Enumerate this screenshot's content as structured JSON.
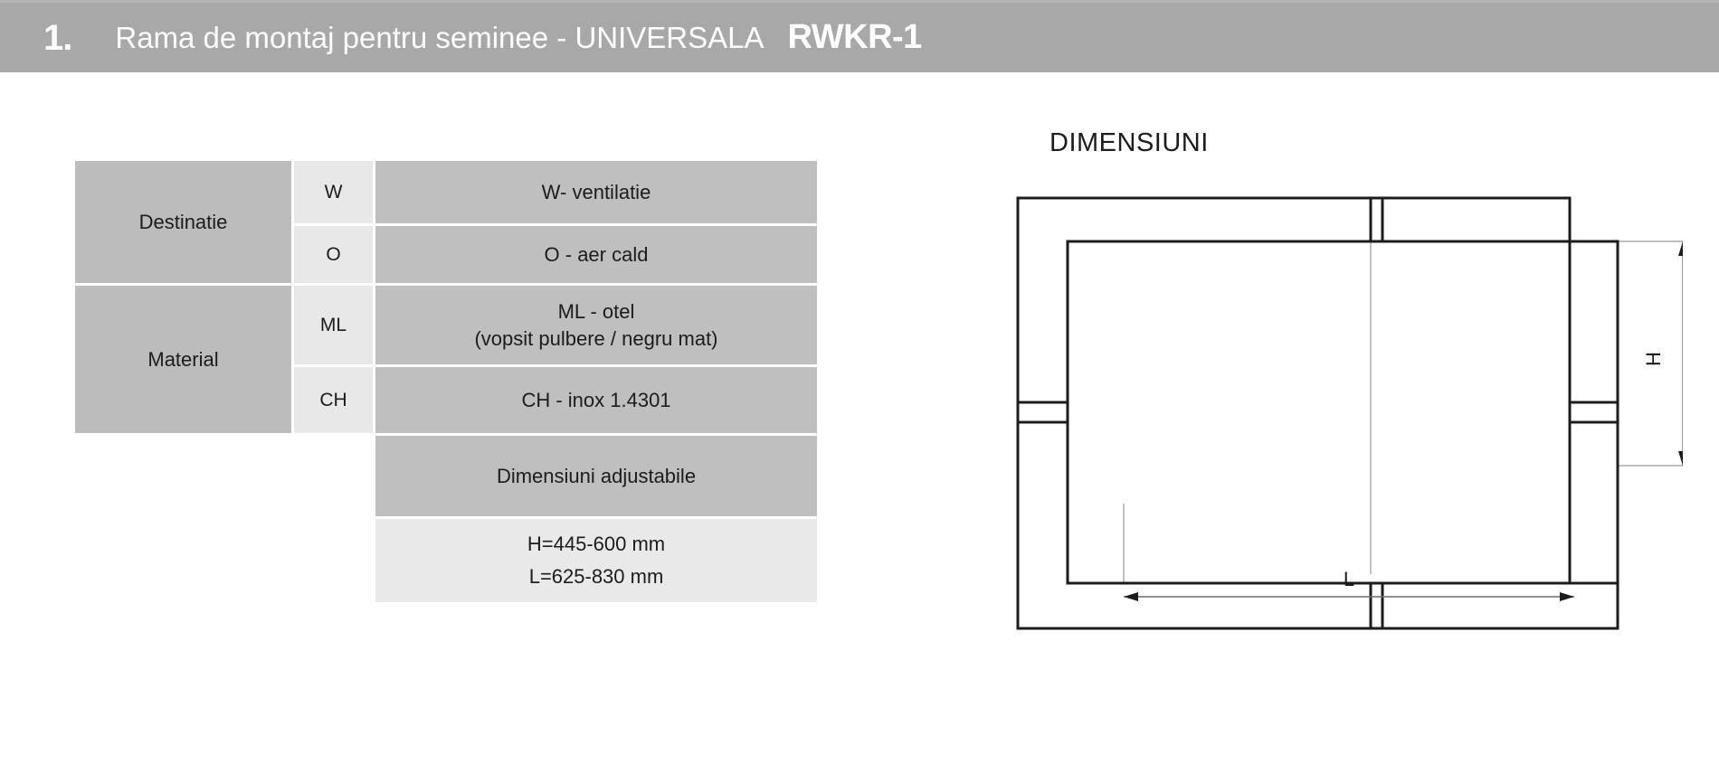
{
  "header": {
    "index": "1.",
    "title": "Rama de montaj pentru seminee - UNIVERSALA",
    "code": "RWKR-1"
  },
  "spec_table": {
    "rows": [
      {
        "label": "Destinatie",
        "code": "W",
        "desc": "W- ventilatie"
      },
      {
        "label": "",
        "code": "O",
        "desc": "O - aer cald"
      },
      {
        "label": "Material",
        "code": "ML",
        "desc_line1": "ML - otel",
        "desc_line2": "(vopsit pulbere / negru mat)"
      },
      {
        "label": "",
        "code": "CH",
        "desc": "CH - inox 1.4301"
      }
    ],
    "labels": {
      "destinatie": "Destinatie",
      "material": "Material"
    },
    "codes": {
      "w": "W",
      "o": "O",
      "ml": "ML",
      "ch": "CH"
    },
    "descriptions": {
      "w": "W- ventilatie",
      "o": "O - aer cald",
      "ml_line1": "ML - otel",
      "ml_line2": "(vopsit pulbere / negru mat)",
      "ch": "CH - inox 1.4301"
    },
    "adjustable_header": "Dimensiuni adjustabile",
    "height_value": "H=445-600 mm",
    "length_value": "L=625-830 mm"
  },
  "drawing": {
    "title": "DIMENSIUNI",
    "height_dimension_label": "H",
    "length_dimension_label": "L"
  },
  "colors": {
    "header_bar": "#a8a8a8",
    "header_text": "#ffffff",
    "cell_dark": "#bfbfbf",
    "cell_label": "#bcbcbc",
    "cell_light": "#e8e8e8",
    "line": "#1c1c1c",
    "dimension_line": "#8a8a8a"
  }
}
